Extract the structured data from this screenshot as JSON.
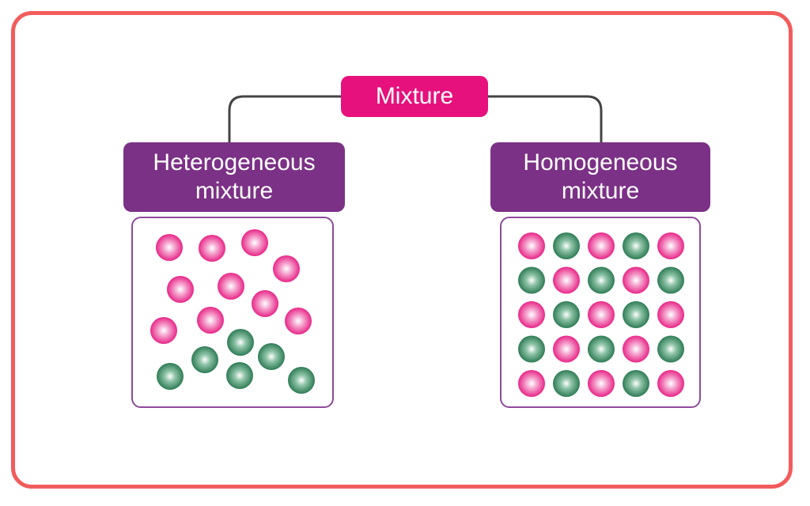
{
  "root": {
    "label": "Mixture"
  },
  "categories": {
    "heterogeneous": {
      "line1": "Heterogeneous",
      "line2": "mixture"
    },
    "homogeneous": {
      "line1": "Homogeneous",
      "line2": "mixture"
    }
  },
  "colors": {
    "frame_border": "#f25c5c",
    "root_fill": "#e6117c",
    "category_fill": "#7b3186",
    "panel_border": "#8e4a9a",
    "connector": "#444444",
    "particle_pink": "#e6117c",
    "particle_green": "#217a52"
  }
}
